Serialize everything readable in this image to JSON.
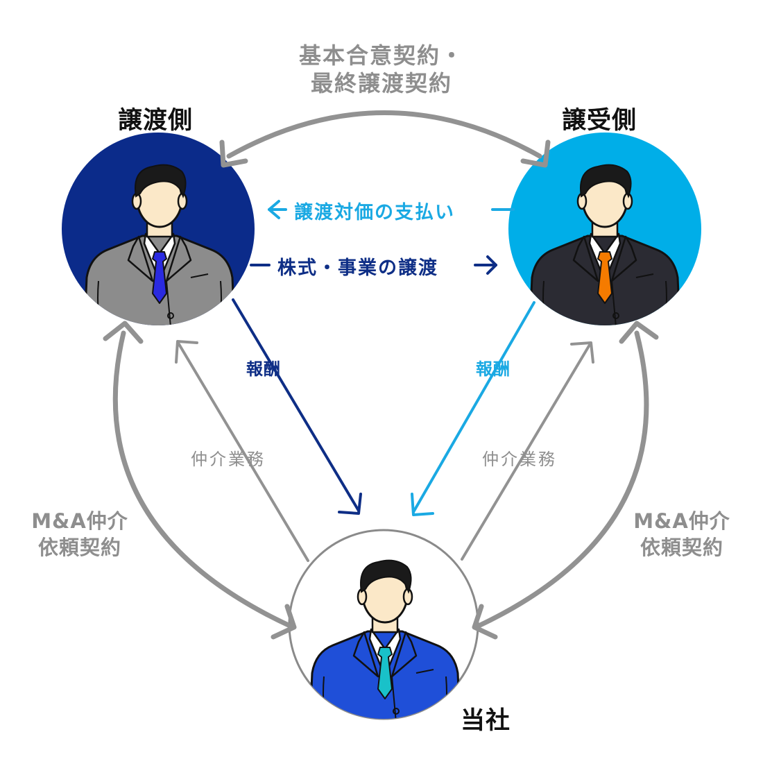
{
  "parties": {
    "seller": {
      "label": "譲渡側",
      "bg_color": "#0b2b8a",
      "suit_color": "#8c8c8c",
      "tie_color": "#2a2ae0"
    },
    "buyer": {
      "label": "譲受側",
      "bg_color": "#00aee8",
      "suit_color": "#2b2b33",
      "tie_color": "#f57b00"
    },
    "company": {
      "label": "当社",
      "bg_color": "#ffffff",
      "suit_color": "#1f4fd8",
      "tie_color": "#19c1c9"
    }
  },
  "contracts": {
    "top": {
      "line1": "基本合意契約・",
      "line2": "最終譲渡契約"
    },
    "left": {
      "line1": "M&A仲介",
      "line2": "依頼契約"
    },
    "right": {
      "line1": "M&A仲介",
      "line2": "依頼契約"
    }
  },
  "flows": {
    "payment": "譲渡対価の支払い",
    "transfer": "株式・事業の譲渡"
  },
  "fees": {
    "seller_fee": "報酬",
    "buyer_fee": "報酬"
  },
  "services": {
    "to_seller": "仲介業務",
    "to_buyer": "仲介業務"
  },
  "colors": {
    "gray_arrow": "#929292",
    "light_blue": "#1aa9e3",
    "dark_blue": "#0e2e86",
    "text_dark": "#111111"
  },
  "icons": {
    "person": "businessman-icon",
    "arrow": "arrow-icon"
  }
}
